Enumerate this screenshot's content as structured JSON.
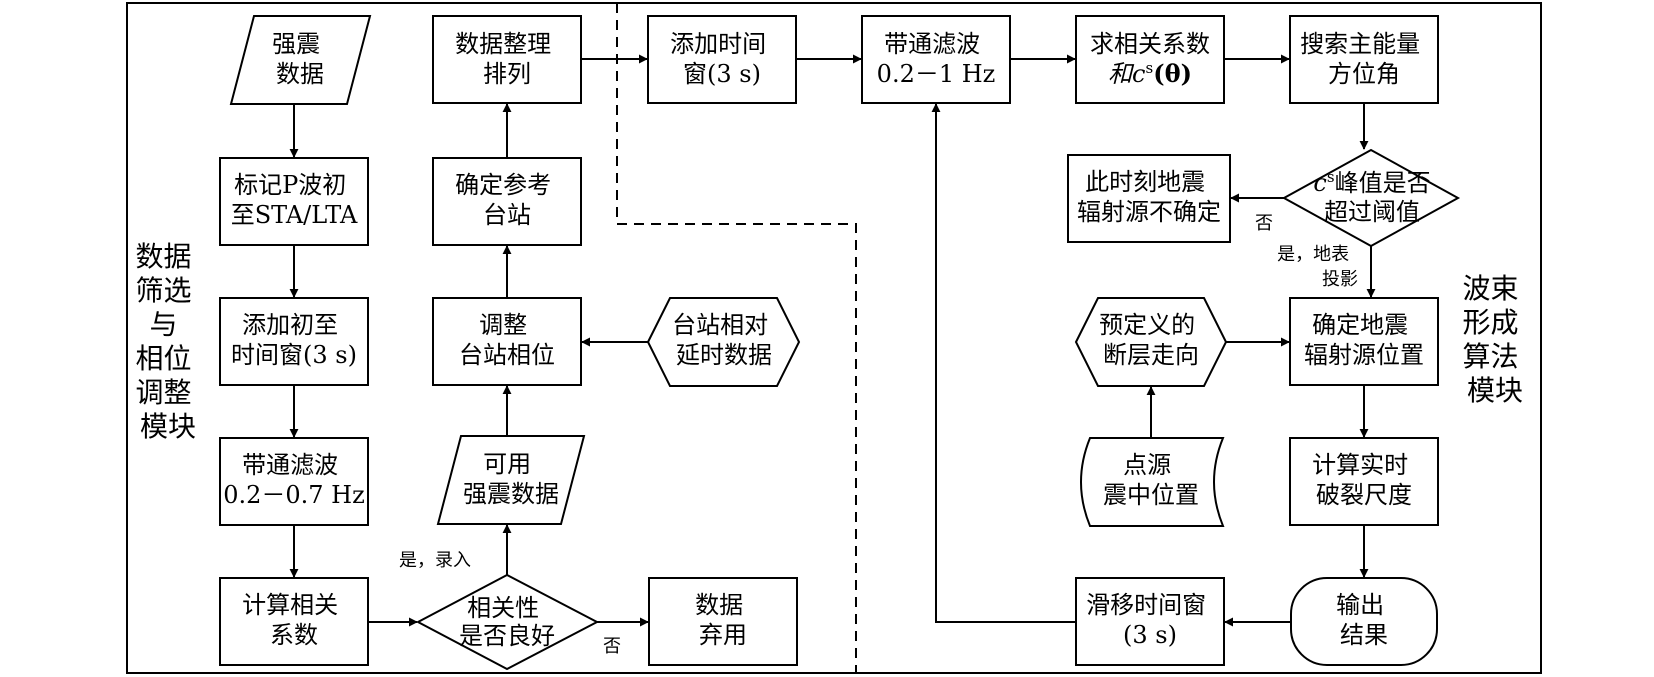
{
  "nodes": {
    "n_strong_data": {
      "lines": [
        "强震",
        "数据"
      ]
    },
    "n_mark_p": {
      "lines": [
        "标记P波初",
        "至STA/LTA"
      ]
    },
    "n_add_window1": {
      "lines": [
        "添加初至",
        "时间窗(3 s)"
      ]
    },
    "n_bandpass1": {
      "lines": [
        "带通滤波",
        "0.2－0.7 Hz"
      ]
    },
    "n_calc_corr": {
      "lines": [
        "计算相关",
        "系数"
      ]
    },
    "n_corr_good": {
      "lines": [
        "相关性",
        "是否良好"
      ]
    },
    "n_discard": {
      "lines": [
        "数据",
        "弃用"
      ]
    },
    "n_usable": {
      "lines": [
        "可用",
        "强震数据"
      ]
    },
    "n_adjust_phase": {
      "lines": [
        "调整",
        "台站相位"
      ]
    },
    "n_delay_data": {
      "lines": [
        "台站相对",
        "延时数据"
      ]
    },
    "n_ref_station": {
      "lines": [
        "确定参考",
        "台站"
      ]
    },
    "n_arrange": {
      "lines": [
        "数据整理",
        "排列"
      ]
    },
    "n_add_window2": {
      "lines": [
        "添加时间",
        "窗(3 s)"
      ]
    },
    "n_bandpass2": {
      "lines": [
        "带通滤波",
        "0.2－1 Hz"
      ]
    },
    "n_corr_cs": {
      "lines": [
        "求相关系数",
        "和c",
        "s",
        "(θ)"
      ]
    },
    "n_search_azimuth": {
      "lines": [
        "搜索主能量",
        "方位角"
      ]
    },
    "n_peak_threshold": {
      "lines": [
        "c",
        "s",
        "峰值是否",
        "超过阈值"
      ]
    },
    "n_uncertain": {
      "lines": [
        "此时刻地震",
        "辐射源不确定"
      ]
    },
    "n_fault_strike": {
      "lines": [
        "预定义的",
        "断层走向"
      ]
    },
    "n_source_location": {
      "lines": [
        "确定地震",
        "辐射源位置"
      ]
    },
    "n_epicenter": {
      "lines": [
        "点源",
        "震中位置"
      ]
    },
    "n_rupture_scale": {
      "lines": [
        "计算实时",
        "破裂尺度"
      ]
    },
    "n_slide_window": {
      "lines": [
        "滑移时间窗",
        "(3 s)"
      ]
    },
    "n_output": {
      "lines": [
        "输出",
        "结果"
      ]
    }
  },
  "edge_labels": {
    "yes_record": "是，录入",
    "no_discard": "否",
    "no_uncertain": "否",
    "yes_projection": [
      "是，地表",
      "投影"
    ]
  },
  "modules": {
    "left": {
      "chars": [
        "数据",
        "筛选",
        "与",
        "相位",
        "调整",
        "模块"
      ]
    },
    "right": {
      "chars": [
        "波束",
        "形成",
        "算法",
        "模块"
      ]
    }
  }
}
